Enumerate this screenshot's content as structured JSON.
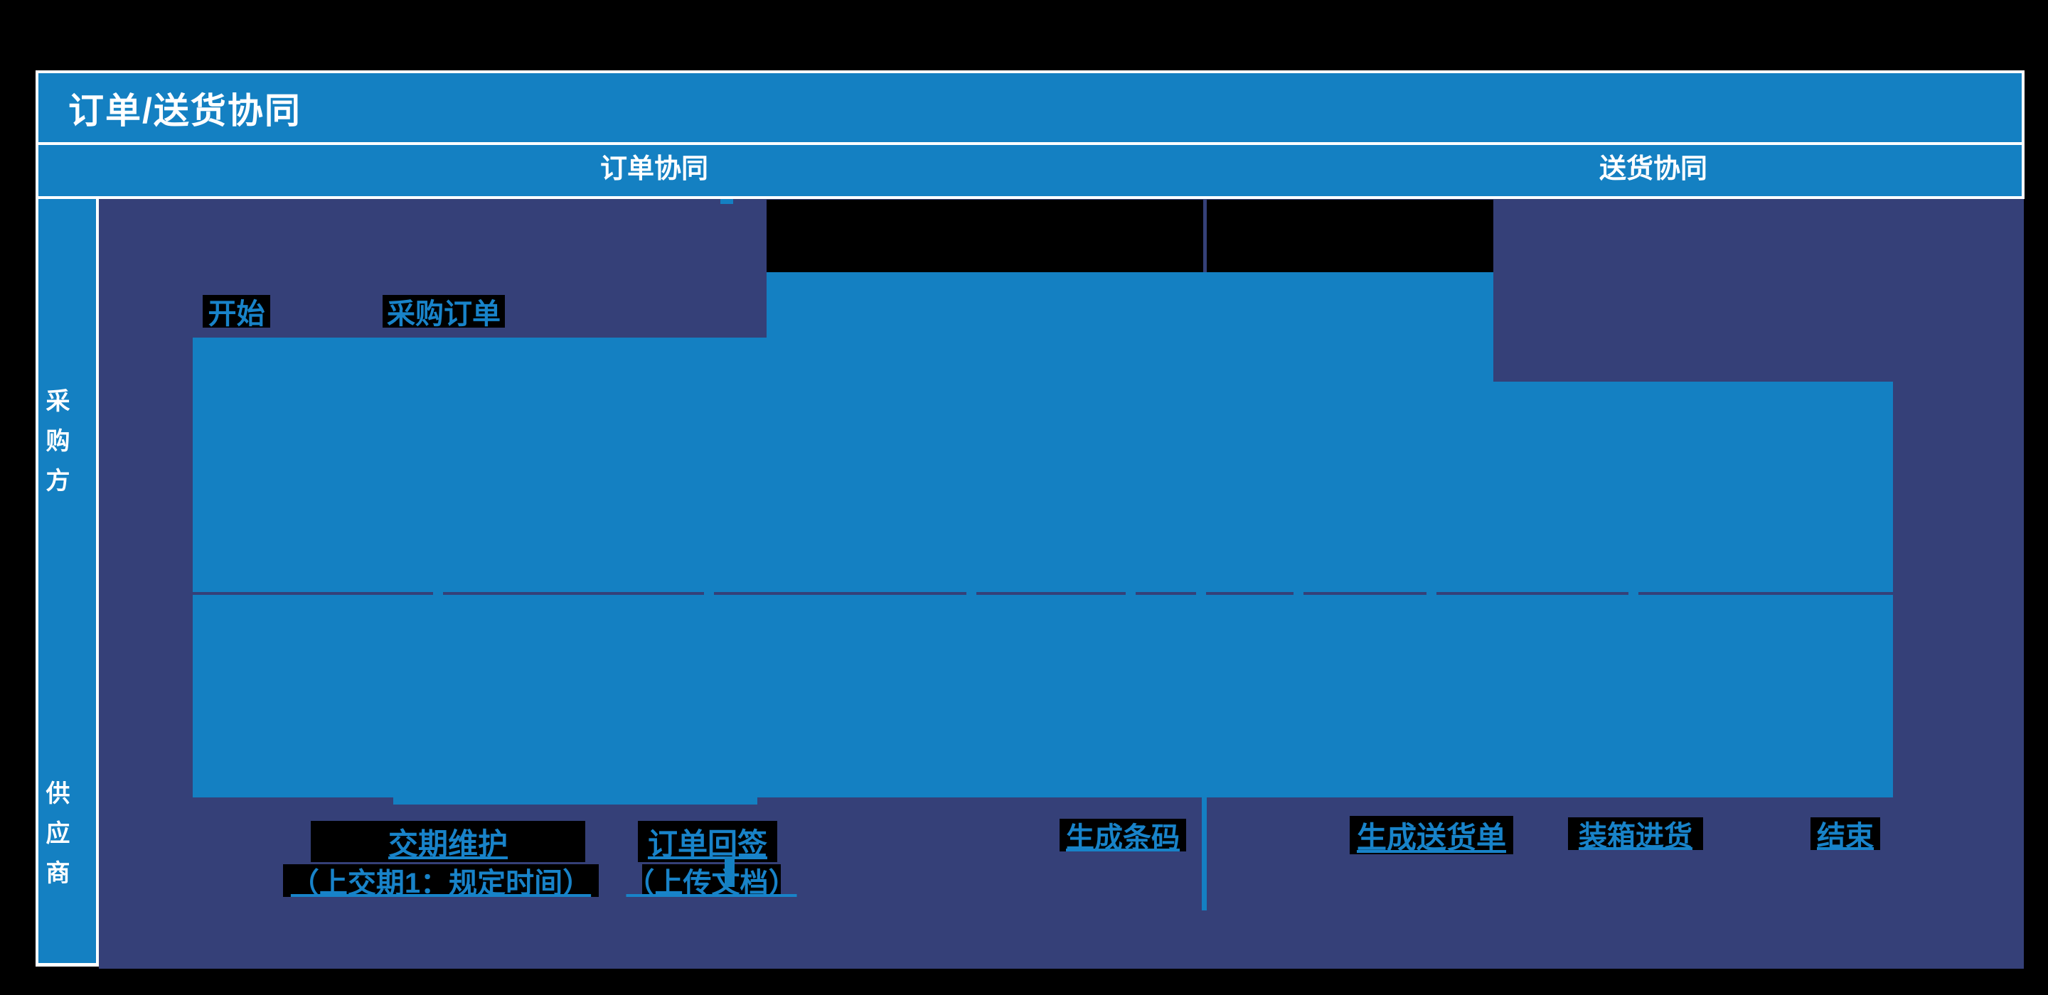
{
  "title": "订单/送货协同",
  "header": {
    "sections": [
      {
        "label": "订单协同"
      },
      {
        "label": "送货协同"
      }
    ]
  },
  "lanes": [
    {
      "label": "采购方"
    },
    {
      "label": "供应商"
    }
  ],
  "flow": {
    "order_section": {
      "start": "开始",
      "purchase_order": "采购订单",
      "delivery_date_maintenance": "交期维护",
      "delivery_date_maintenance_note": "（上交期1：规定时间）",
      "order_sign_back": "订单回签",
      "order_sign_back_note": "（上传文档）",
      "generate_barcode": "生成条码"
    },
    "delivery_section": {
      "generate_delivery_note": "生成送货单",
      "packing_inbound": "装箱进货",
      "end": "结束"
    }
  },
  "colors": {
    "accent_blue": "#1480C2",
    "canvas_navy": "#354078",
    "node_text_blue": "#1883C9",
    "masked_black": "#000000",
    "frame_white": "#FFFFFF",
    "background_black": "#000000"
  }
}
